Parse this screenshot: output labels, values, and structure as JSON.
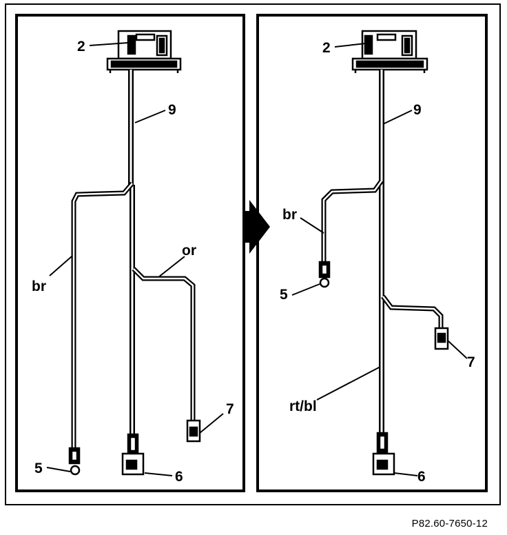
{
  "left_panel": {
    "labels": {
      "relay": "2",
      "harness": "9",
      "brown": "br",
      "orange": "or",
      "term5": "5",
      "term6": "6",
      "term7": "7"
    }
  },
  "right_panel": {
    "labels": {
      "relay": "2",
      "harness": "9",
      "brown": "br",
      "term5": "5",
      "term7": "7",
      "red_blue": "rt/bl",
      "term6": "6"
    }
  },
  "figure_code": "P82.60-7650-12"
}
